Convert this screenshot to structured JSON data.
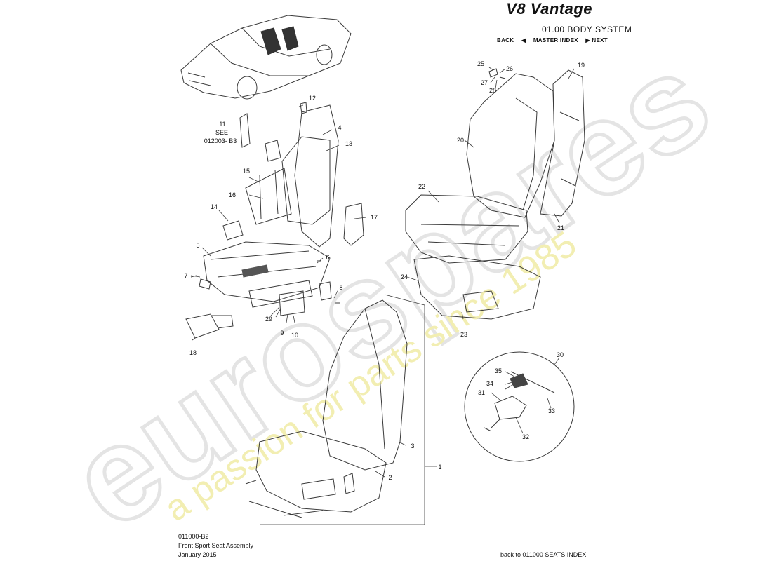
{
  "header": {
    "logo": "V8 Vantage",
    "system": "01.00 BODY SYSTEM",
    "nav": {
      "back": "BACK",
      "master_index": "MASTER INDEX",
      "next": "NEXT"
    }
  },
  "callouts": [
    {
      "id": "1"
    },
    {
      "id": "2"
    },
    {
      "id": "3"
    },
    {
      "id": "4"
    },
    {
      "id": "5"
    },
    {
      "id": "6"
    },
    {
      "id": "7"
    },
    {
      "id": "8"
    },
    {
      "id": "9"
    },
    {
      "id": "10"
    },
    {
      "id": "11"
    },
    {
      "id": "12"
    },
    {
      "id": "13"
    },
    {
      "id": "14"
    },
    {
      "id": "15"
    },
    {
      "id": "16"
    },
    {
      "id": "17"
    },
    {
      "id": "18"
    },
    {
      "id": "19"
    },
    {
      "id": "20"
    },
    {
      "id": "21"
    },
    {
      "id": "22"
    },
    {
      "id": "23"
    },
    {
      "id": "24"
    },
    {
      "id": "25"
    },
    {
      "id": "26"
    },
    {
      "id": "27"
    },
    {
      "id": "28"
    },
    {
      "id": "29"
    },
    {
      "id": "30"
    },
    {
      "id": "31"
    },
    {
      "id": "32"
    },
    {
      "id": "33"
    },
    {
      "id": "34"
    },
    {
      "id": "35"
    }
  ],
  "see_note": {
    "line1": "SEE",
    "line2": "012003- B3"
  },
  "footer": {
    "code": "011000-B2",
    "title": "Front Sport Seat Assembly",
    "date": "January 2015",
    "back_link": "back to 011000 SEATS INDEX"
  },
  "watermark": {
    "brand": "eurospares",
    "tagline": "a passion for parts since 1985"
  },
  "colors": {
    "line": "#3a3a3a",
    "watermark_grey": "#e6e6e6",
    "watermark_yellow": "#f3efb0"
  }
}
